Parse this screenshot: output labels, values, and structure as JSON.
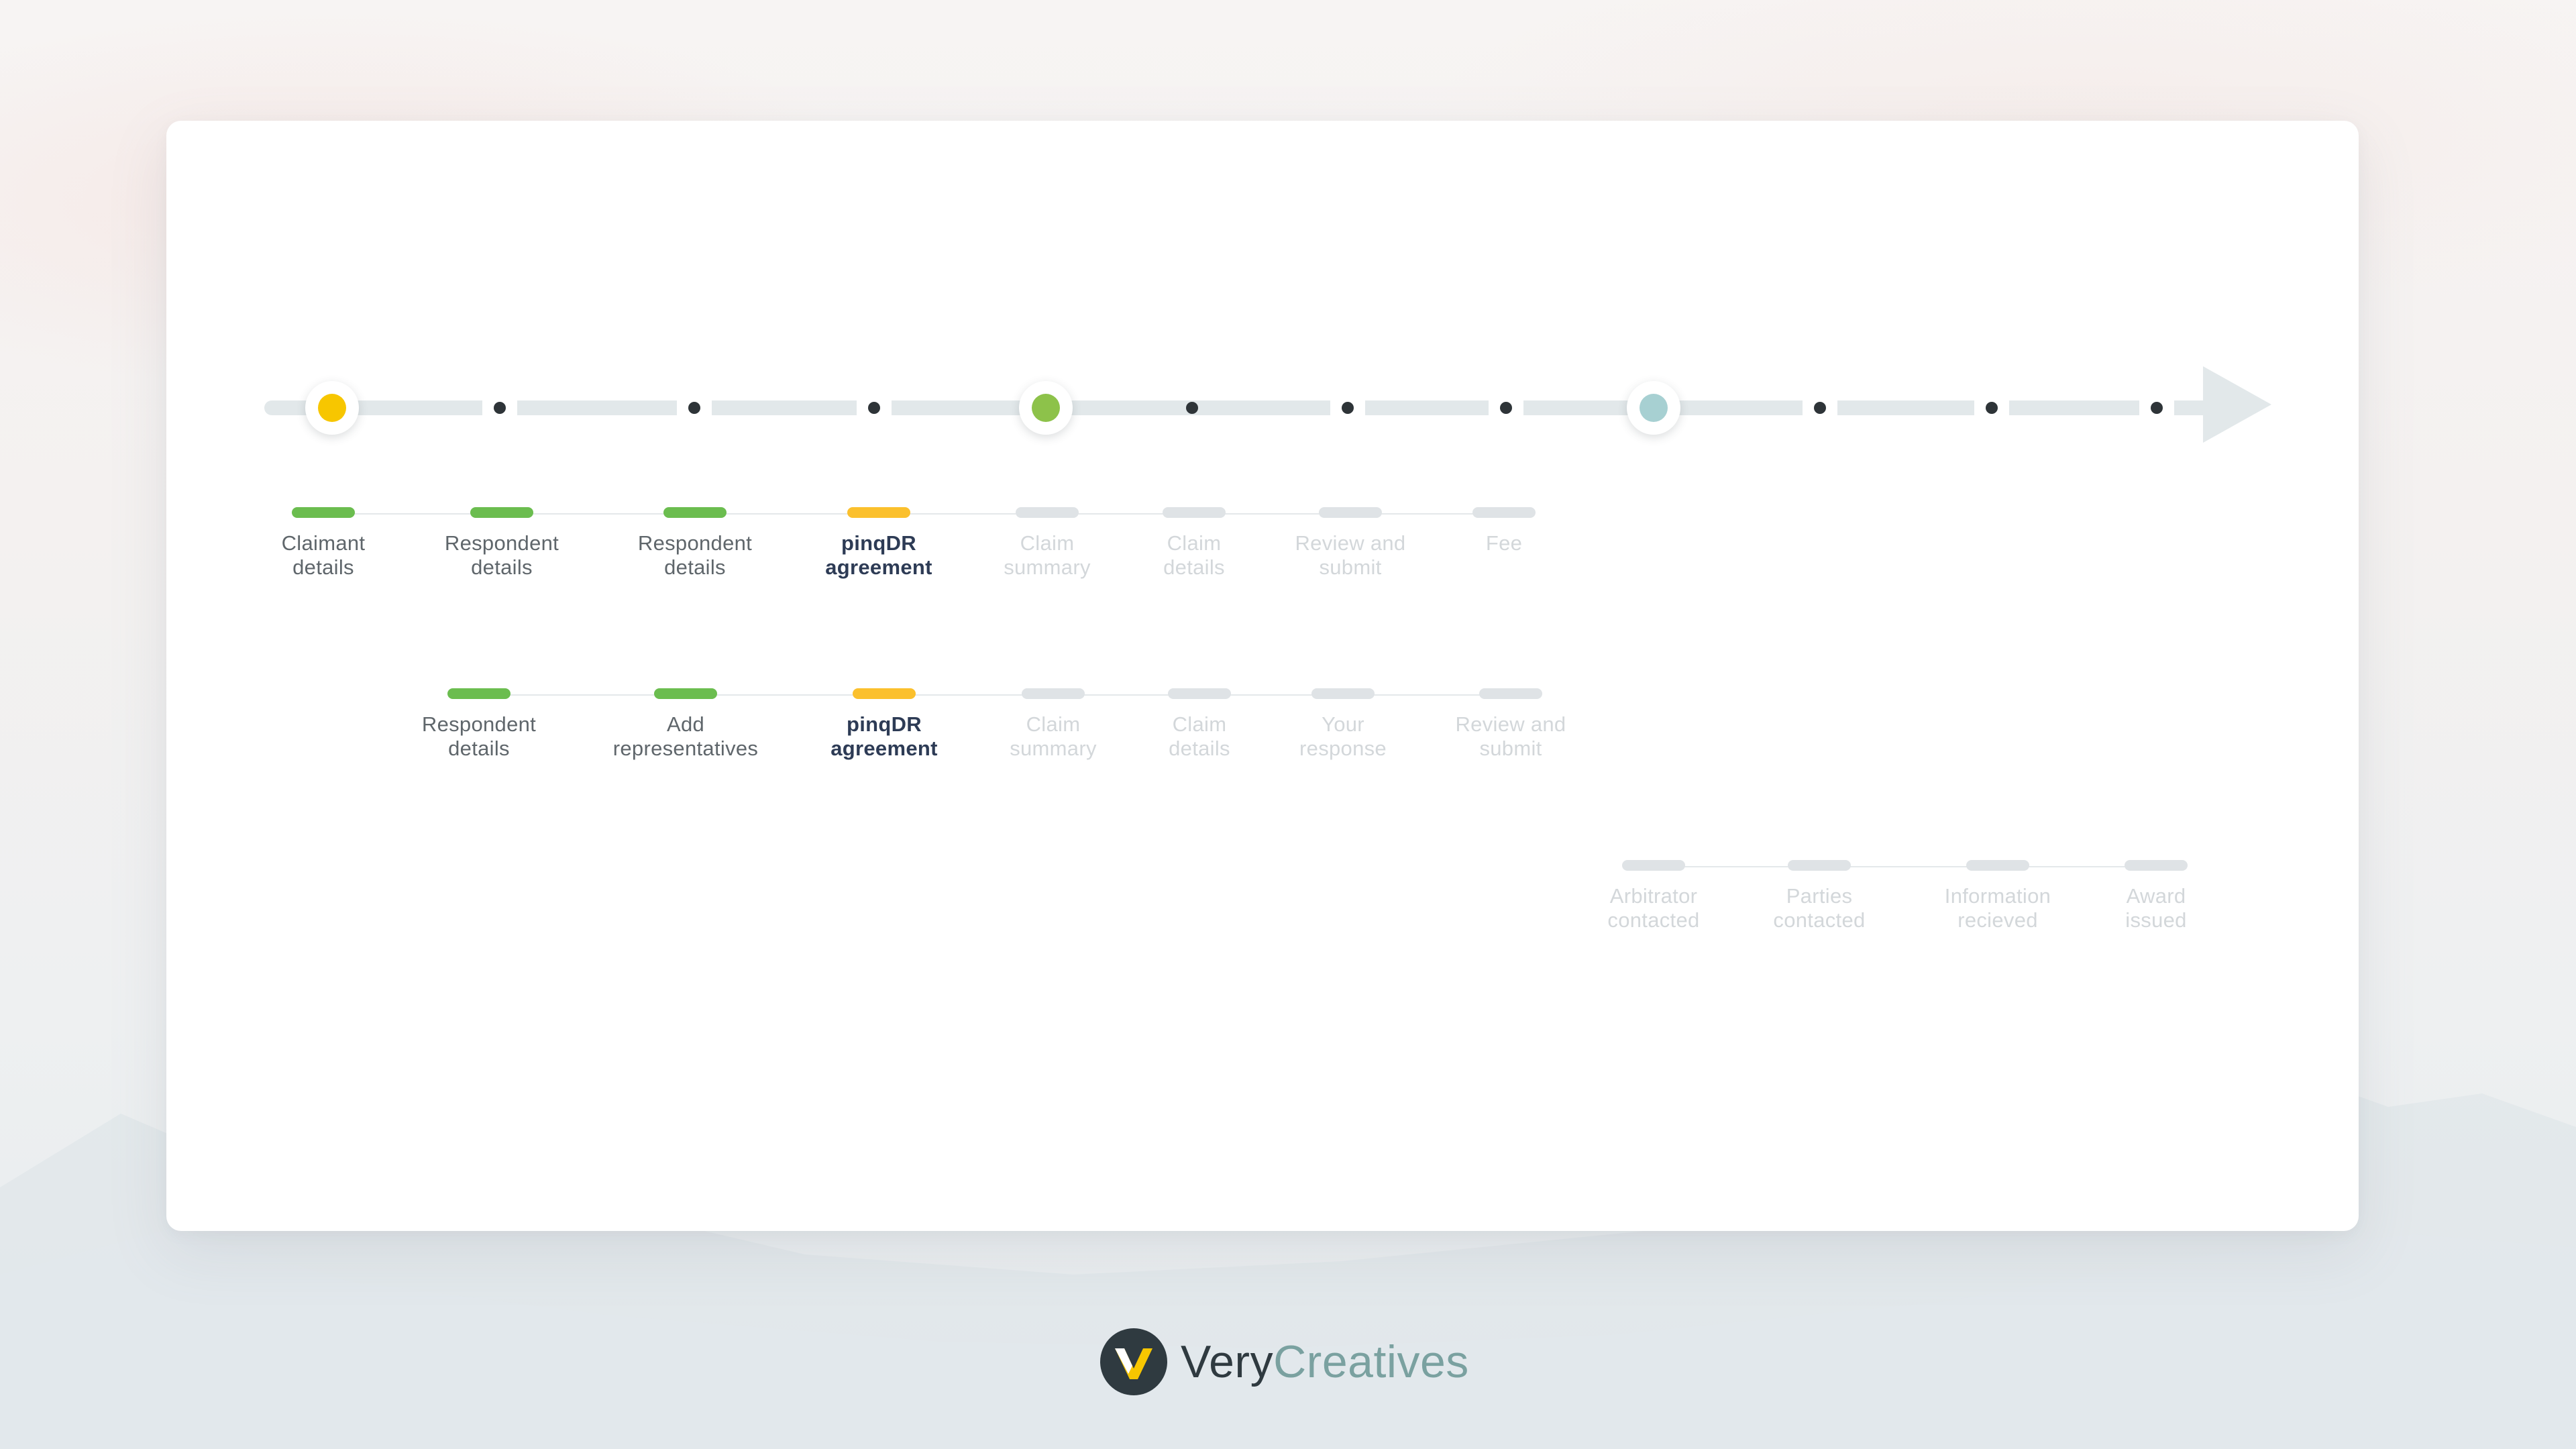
{
  "colors": {
    "done": "#6bbd4f",
    "current": "#fbc02d",
    "todo": "#dfe3e6",
    "track": "#e2e8ea",
    "marker_yellow": "#f7c600",
    "marker_green": "#8dc24a",
    "marker_teal": "#a7d0d2",
    "brand_dark": "#2f3a40",
    "brand_teal": "#7aa1a0"
  },
  "timeline": {
    "markers": [
      {
        "name": "yellow",
        "color": "#f7c600"
      },
      {
        "name": "green",
        "color": "#8dc24a"
      },
      {
        "name": "teal",
        "color": "#a7d0d2"
      }
    ]
  },
  "claimant_steps": [
    {
      "label": "Claimant\ndetails",
      "status": "done"
    },
    {
      "label": "Respondent\ndetails",
      "status": "done"
    },
    {
      "label": "Respondent\ndetails",
      "status": "done"
    },
    {
      "label": "pinqDR\nagreement",
      "status": "current"
    },
    {
      "label": "Claim\nsummary",
      "status": "todo"
    },
    {
      "label": "Claim\ndetails",
      "status": "todo"
    },
    {
      "label": "Review and\nsubmit",
      "status": "todo"
    },
    {
      "label": "Fee",
      "status": "todo"
    }
  ],
  "respondent_steps": [
    {
      "label": "Respondent\ndetails",
      "status": "done"
    },
    {
      "label": "Add\nrepresentatives",
      "status": "done"
    },
    {
      "label": "pinqDR\nagreement",
      "status": "current"
    },
    {
      "label": "Claim\nsummary",
      "status": "todo"
    },
    {
      "label": "Claim\ndetails",
      "status": "todo"
    },
    {
      "label": "Your\nresponse",
      "status": "todo"
    },
    {
      "label": "Review and\nsubmit",
      "status": "todo"
    }
  ],
  "arbitration_steps": [
    {
      "label": "Arbitrator\ncontacted",
      "status": "todo"
    },
    {
      "label": "Parties\ncontacted",
      "status": "todo"
    },
    {
      "label": "Information\nrecieved",
      "status": "todo"
    },
    {
      "label": "Award\nissued",
      "status": "todo"
    }
  ],
  "brand": {
    "name_part1": "Very",
    "name_part2": "Creatives",
    "logo_icon": "v-logo-icon"
  }
}
